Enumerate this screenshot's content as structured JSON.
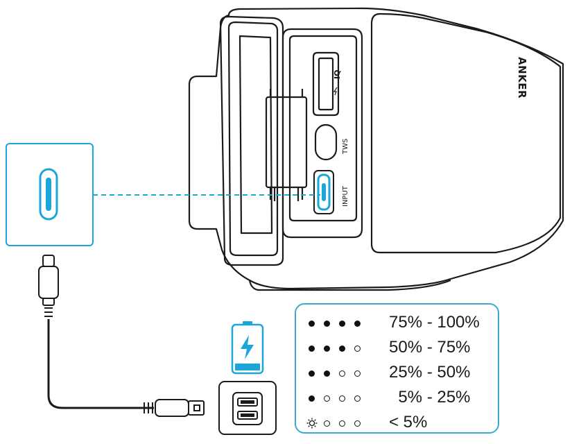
{
  "device": {
    "brand": "ANKER",
    "ports": {
      "iq": "IQ",
      "tws": "TWS",
      "input": "INPUT"
    }
  },
  "accent_color": "#1aa6d9",
  "icons": [
    "usb-c-port-icon",
    "usb-c-cable-icon",
    "usb-a-plug-icon",
    "battery-charging-icon",
    "usb-charger-icon",
    "blinking-led-icon"
  ],
  "battery_legend": [
    {
      "leds": [
        "on",
        "on",
        "on",
        "on"
      ],
      "range": "75% - 100%"
    },
    {
      "leds": [
        "on",
        "on",
        "on",
        "off"
      ],
      "range": "50% - 75%"
    },
    {
      "leds": [
        "on",
        "on",
        "off",
        "off"
      ],
      "range": "25% - 50%"
    },
    {
      "leds": [
        "on",
        "off",
        "off",
        "off"
      ],
      "range": "  5% - 25%"
    },
    {
      "leds": [
        "blink",
        "off",
        "off",
        "off"
      ],
      "range": "< 5%"
    }
  ]
}
